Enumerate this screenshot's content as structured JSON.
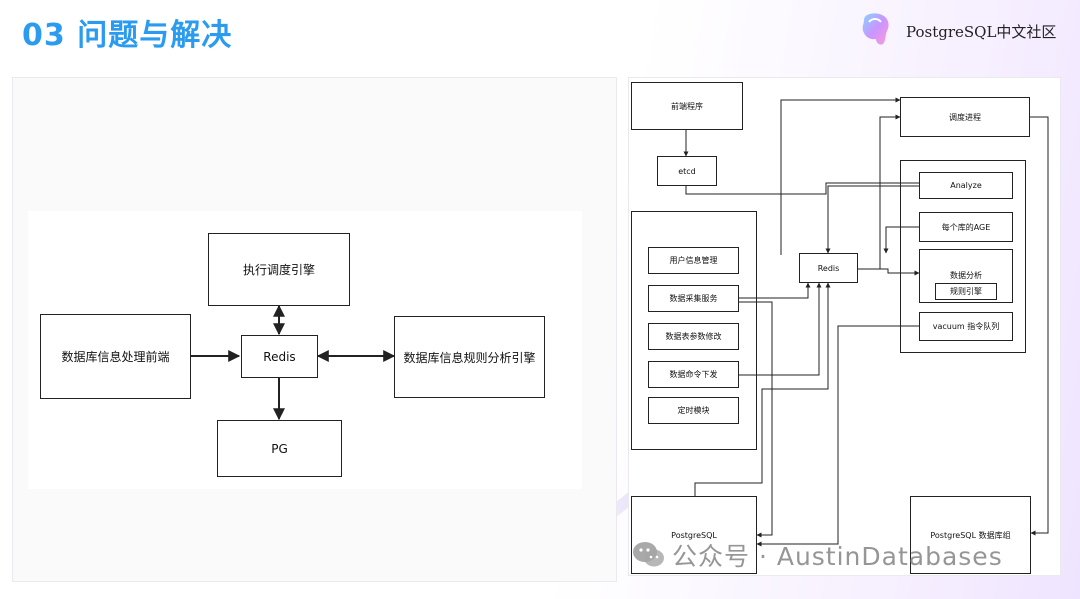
{
  "slide": {
    "title": "03 问题与解决",
    "brand": "PostgreSQL中文社区"
  },
  "left_diagram": {
    "engine": "执行调度引擎",
    "frontend": "数据库信息处理前端",
    "redis": "Redis",
    "rules": "数据库信息规则分析引擎",
    "pg": "PG"
  },
  "right_diagram": {
    "frontend": "前端程序",
    "etcd": "etcd",
    "scheduler": "调度进程",
    "analyze": "Analyze",
    "age": "每个库的AGE",
    "data_analysis": "数据分析",
    "rule_engine": "规则引擎",
    "vacuum": "vacuum 指令队列",
    "redis": "Redis",
    "user_mgmt": "用户信息管理",
    "collect": "数据采集服务",
    "param": "数据表参数修改",
    "cmd": "数据命令下发",
    "timer": "定时模块",
    "postgresql": "PostgreSQL",
    "pg_group": "PostgreSQL 数据库组"
  },
  "watermark": {
    "text": "公众号 · AustinDatabases",
    "icon": "wechat-icon"
  },
  "colors": {
    "title": "#2b9bf0",
    "line": "#222222"
  }
}
